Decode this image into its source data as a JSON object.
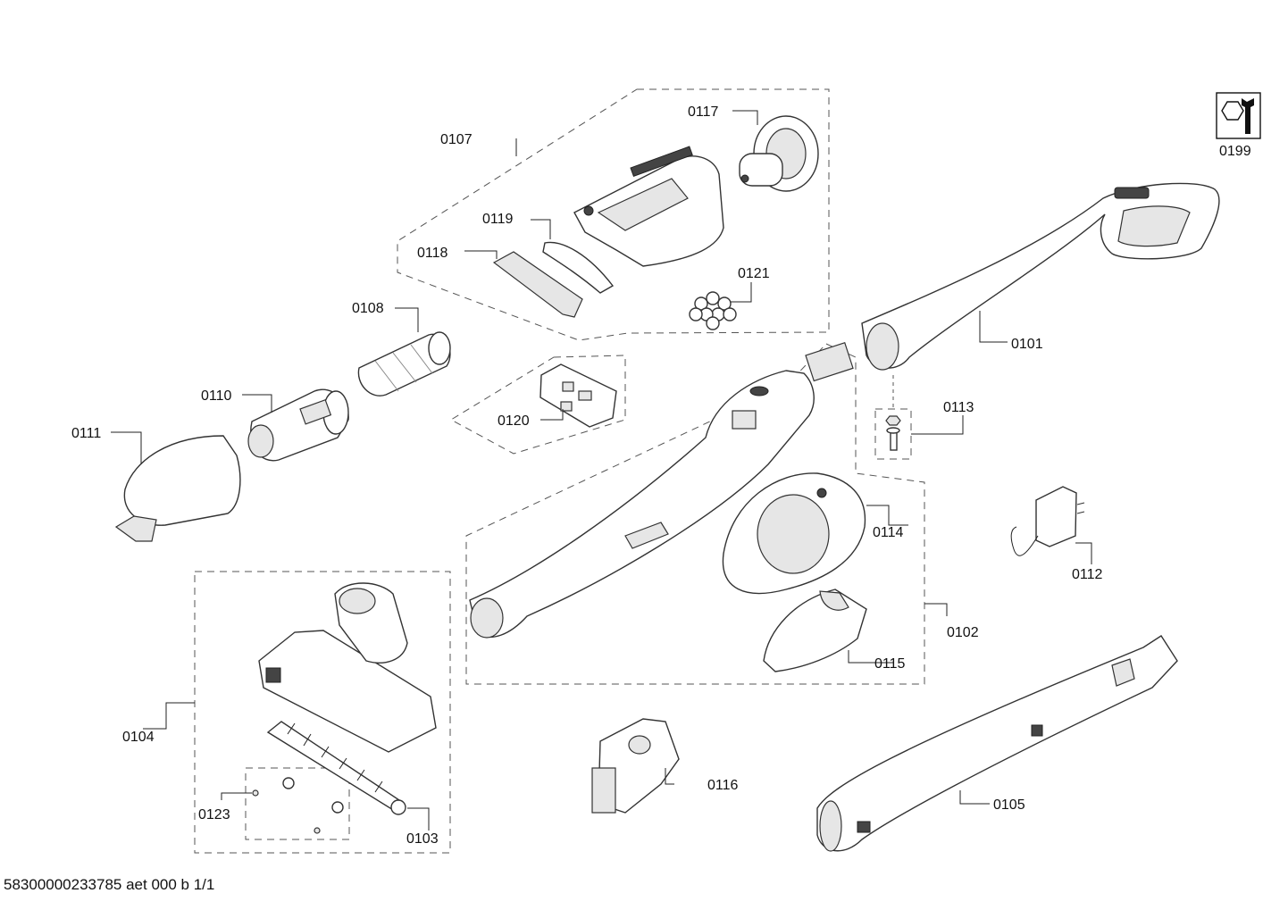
{
  "labels": {
    "p0101": "0101",
    "p0102": "0102",
    "p0103": "0103",
    "p0104": "0104",
    "p0105": "0105",
    "p0107": "0107",
    "p0108": "0108",
    "p0110": "0110",
    "p0111": "0111",
    "p0112": "0112",
    "p0113": "0113",
    "p0114": "0114",
    "p0115": "0115",
    "p0116": "0116",
    "p0117": "0117",
    "p0118": "0118",
    "p0119": "0119",
    "p0120": "0120",
    "p0121": "0121",
    "p0123": "0123",
    "p0199": "0199"
  },
  "document_code": "58300000233785 aet 000 b 1/1",
  "icons": {
    "tool_symbol": "wrench-nut-icon"
  }
}
